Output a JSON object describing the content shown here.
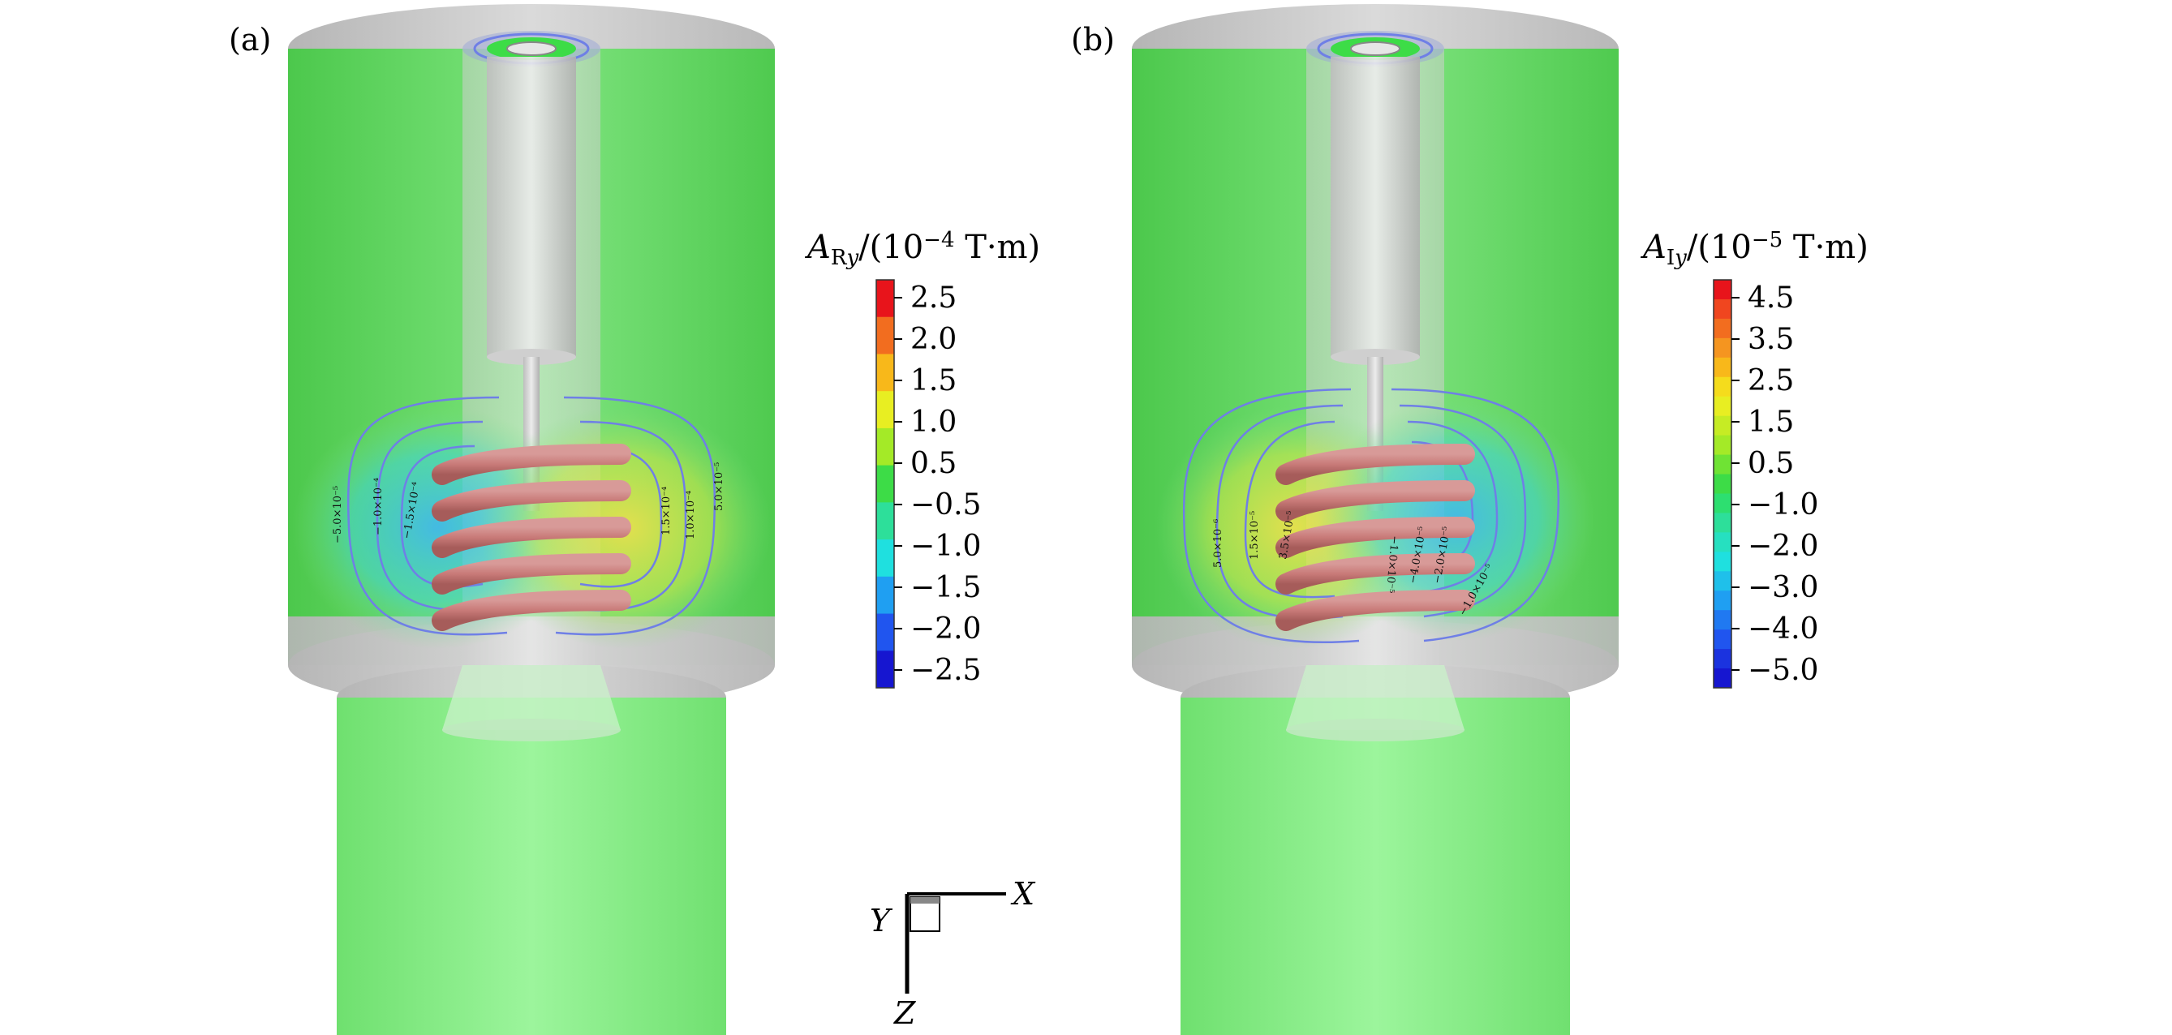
{
  "panels": [
    {
      "label": "(a)",
      "colorbar": {
        "title_main": "A",
        "title_sub": "R",
        "title_sub_italic": "y",
        "title_rest": "/(10",
        "title_exp": "−4",
        "title_unit": " T·m)",
        "ticks": [
          "2.5",
          "2.0",
          "1.5",
          "1.0",
          "0.5",
          "−0.5",
          "−1.0",
          "−1.5",
          "−2.0",
          "−2.5"
        ],
        "colors": [
          "#e8141b",
          "#f26d1f",
          "#f8b81a",
          "#e8ee22",
          "#a4ea27",
          "#3ddc47",
          "#2ddf9a",
          "#1fe0df",
          "#1f9ff2",
          "#2055ef",
          "#1616d0"
        ]
      },
      "contour_labels": [
        {
          "text": "−5.0×10⁻⁵"
        },
        {
          "text": "−1.0×10⁻⁴"
        },
        {
          "text": "−1.5×10⁻⁴"
        },
        {
          "text": "1.5×10⁻⁴"
        },
        {
          "text": "1.0×10⁻⁴"
        },
        {
          "text": "5.0×10⁻⁵"
        }
      ]
    },
    {
      "label": "(b)",
      "colorbar": {
        "title_main": "A",
        "title_sub": "I",
        "title_sub_italic": "y",
        "title_rest": "/(10",
        "title_exp": "−5",
        "title_unit": " T·m)",
        "ticks": [
          "4.5",
          "3.5",
          "2.5",
          "1.5",
          "0.5",
          "−1.0",
          "−2.0",
          "−3.0",
          "−4.0",
          "−5.0"
        ],
        "colors": [
          "#e8141b",
          "#f0461f",
          "#f26d1f",
          "#f59520",
          "#f8b81a",
          "#f5dc1c",
          "#e8ee22",
          "#c6ec24",
          "#a4ea27",
          "#6fe334",
          "#3ddc47",
          "#2ddf70",
          "#2ddf9a",
          "#26e0c0",
          "#1fe0df",
          "#1fc0ea",
          "#1f9ff2",
          "#2079f1",
          "#2055ef",
          "#1b33df",
          "#1616d0"
        ]
      },
      "contour_labels": [
        {
          "text": "5.0×10⁻⁶"
        },
        {
          "text": "1.5×10⁻⁵"
        },
        {
          "text": "3.5×10⁻⁵"
        },
        {
          "text": "−1.0×10⁻⁵"
        },
        {
          "text": "−4.0×10⁻⁵"
        },
        {
          "text": "−2.0×10⁻⁵"
        },
        {
          "text": "−1.0×10⁻⁵"
        }
      ]
    }
  ],
  "axes_triad": {
    "x": "X",
    "y": "Y",
    "z": "Z"
  },
  "colors": {
    "green_body": "#5fd25f",
    "green_light": "#8ef08e",
    "gray_cap": "#c8c8c8",
    "coil": "#c87a78",
    "contour_line": "#6f7fe6"
  }
}
